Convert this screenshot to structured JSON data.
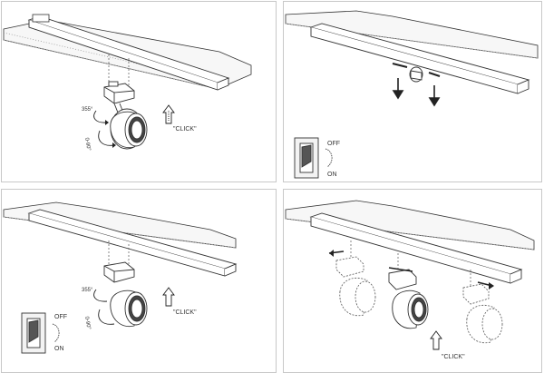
{
  "colors": {
    "line": "#333333",
    "hatch": "#9a9a9a",
    "arrow": "#222222"
  },
  "icons": [
    "push-up-arrow-icon",
    "rotate-arrow-icon",
    "down-arrow-icon",
    "wall-switch-icon"
  ],
  "panel1": {
    "rotate_horizontal": "355°",
    "rotate_vertical": "0-90°",
    "click": "\"CLICK\""
  },
  "panel2": {
    "switch_off": "OFF",
    "switch_on": "ON"
  },
  "panel3": {
    "rotate_horizontal": "355°",
    "rotate_vertical": "0-90°",
    "click": "\"CLICK\"",
    "switch_off": "OFF",
    "switch_on": "ON"
  },
  "panel4": {
    "click": "\"CLICK\""
  }
}
